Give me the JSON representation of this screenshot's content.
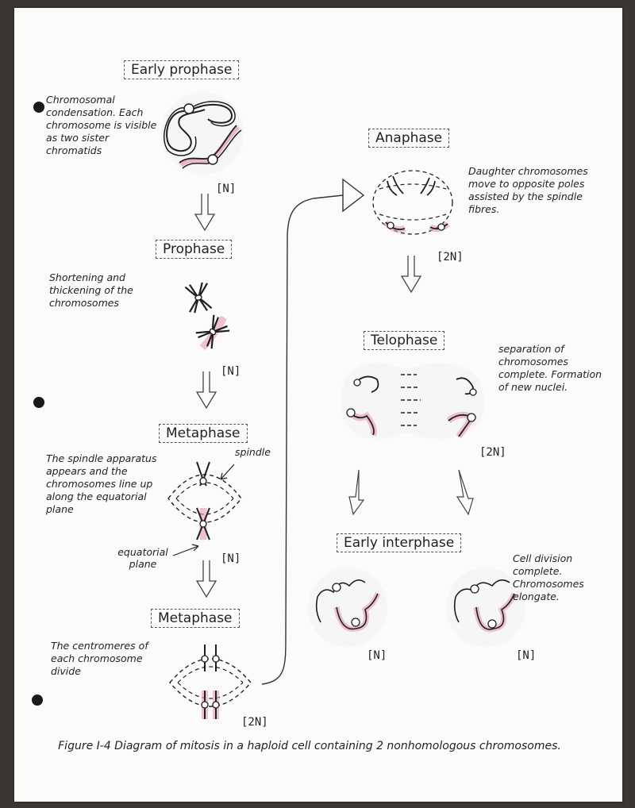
{
  "stages": {
    "early_prophase": {
      "title": "Early prophase",
      "note": "Chromosomal condensation. Each chromosome is visible as two sister chromatids",
      "ploidy": "[N]"
    },
    "prophase": {
      "title": "Prophase",
      "note": "Shortening and thickening of the chromosomes",
      "ploidy": "[N]"
    },
    "metaphase_1": {
      "title": "Metaphase",
      "note": "The spindle apparatus appears and the chromosomes line up along the equatorial plane",
      "spindle_label": "spindle",
      "equatorial_label": "equatorial plane",
      "ploidy": "[N]"
    },
    "metaphase_2": {
      "title": "Metaphase",
      "note": "The centromeres of each chromosome divide",
      "ploidy": "[2N]"
    },
    "anaphase": {
      "title": "Anaphase",
      "note": "Daughter chromosomes move to opposite poles assisted by the spindle fibres.",
      "ploidy": "[2N]"
    },
    "telophase": {
      "title": "Telophase",
      "note": "separation of chromosomes complete. Formation of new nuclei.",
      "ploidy": "[2N]"
    },
    "early_interphase": {
      "title": "Early interphase",
      "note": "Cell division complete. Chromosomes elongate.",
      "ploidy_left": "[N]",
      "ploidy_right": "[N]"
    }
  },
  "caption": "Figure I-4 Diagram of mitosis in a haploid cell containing 2 nonhomologous chromosomes.",
  "colors": {
    "pink": "#e59bb0",
    "ink": "#1f1f1f"
  }
}
